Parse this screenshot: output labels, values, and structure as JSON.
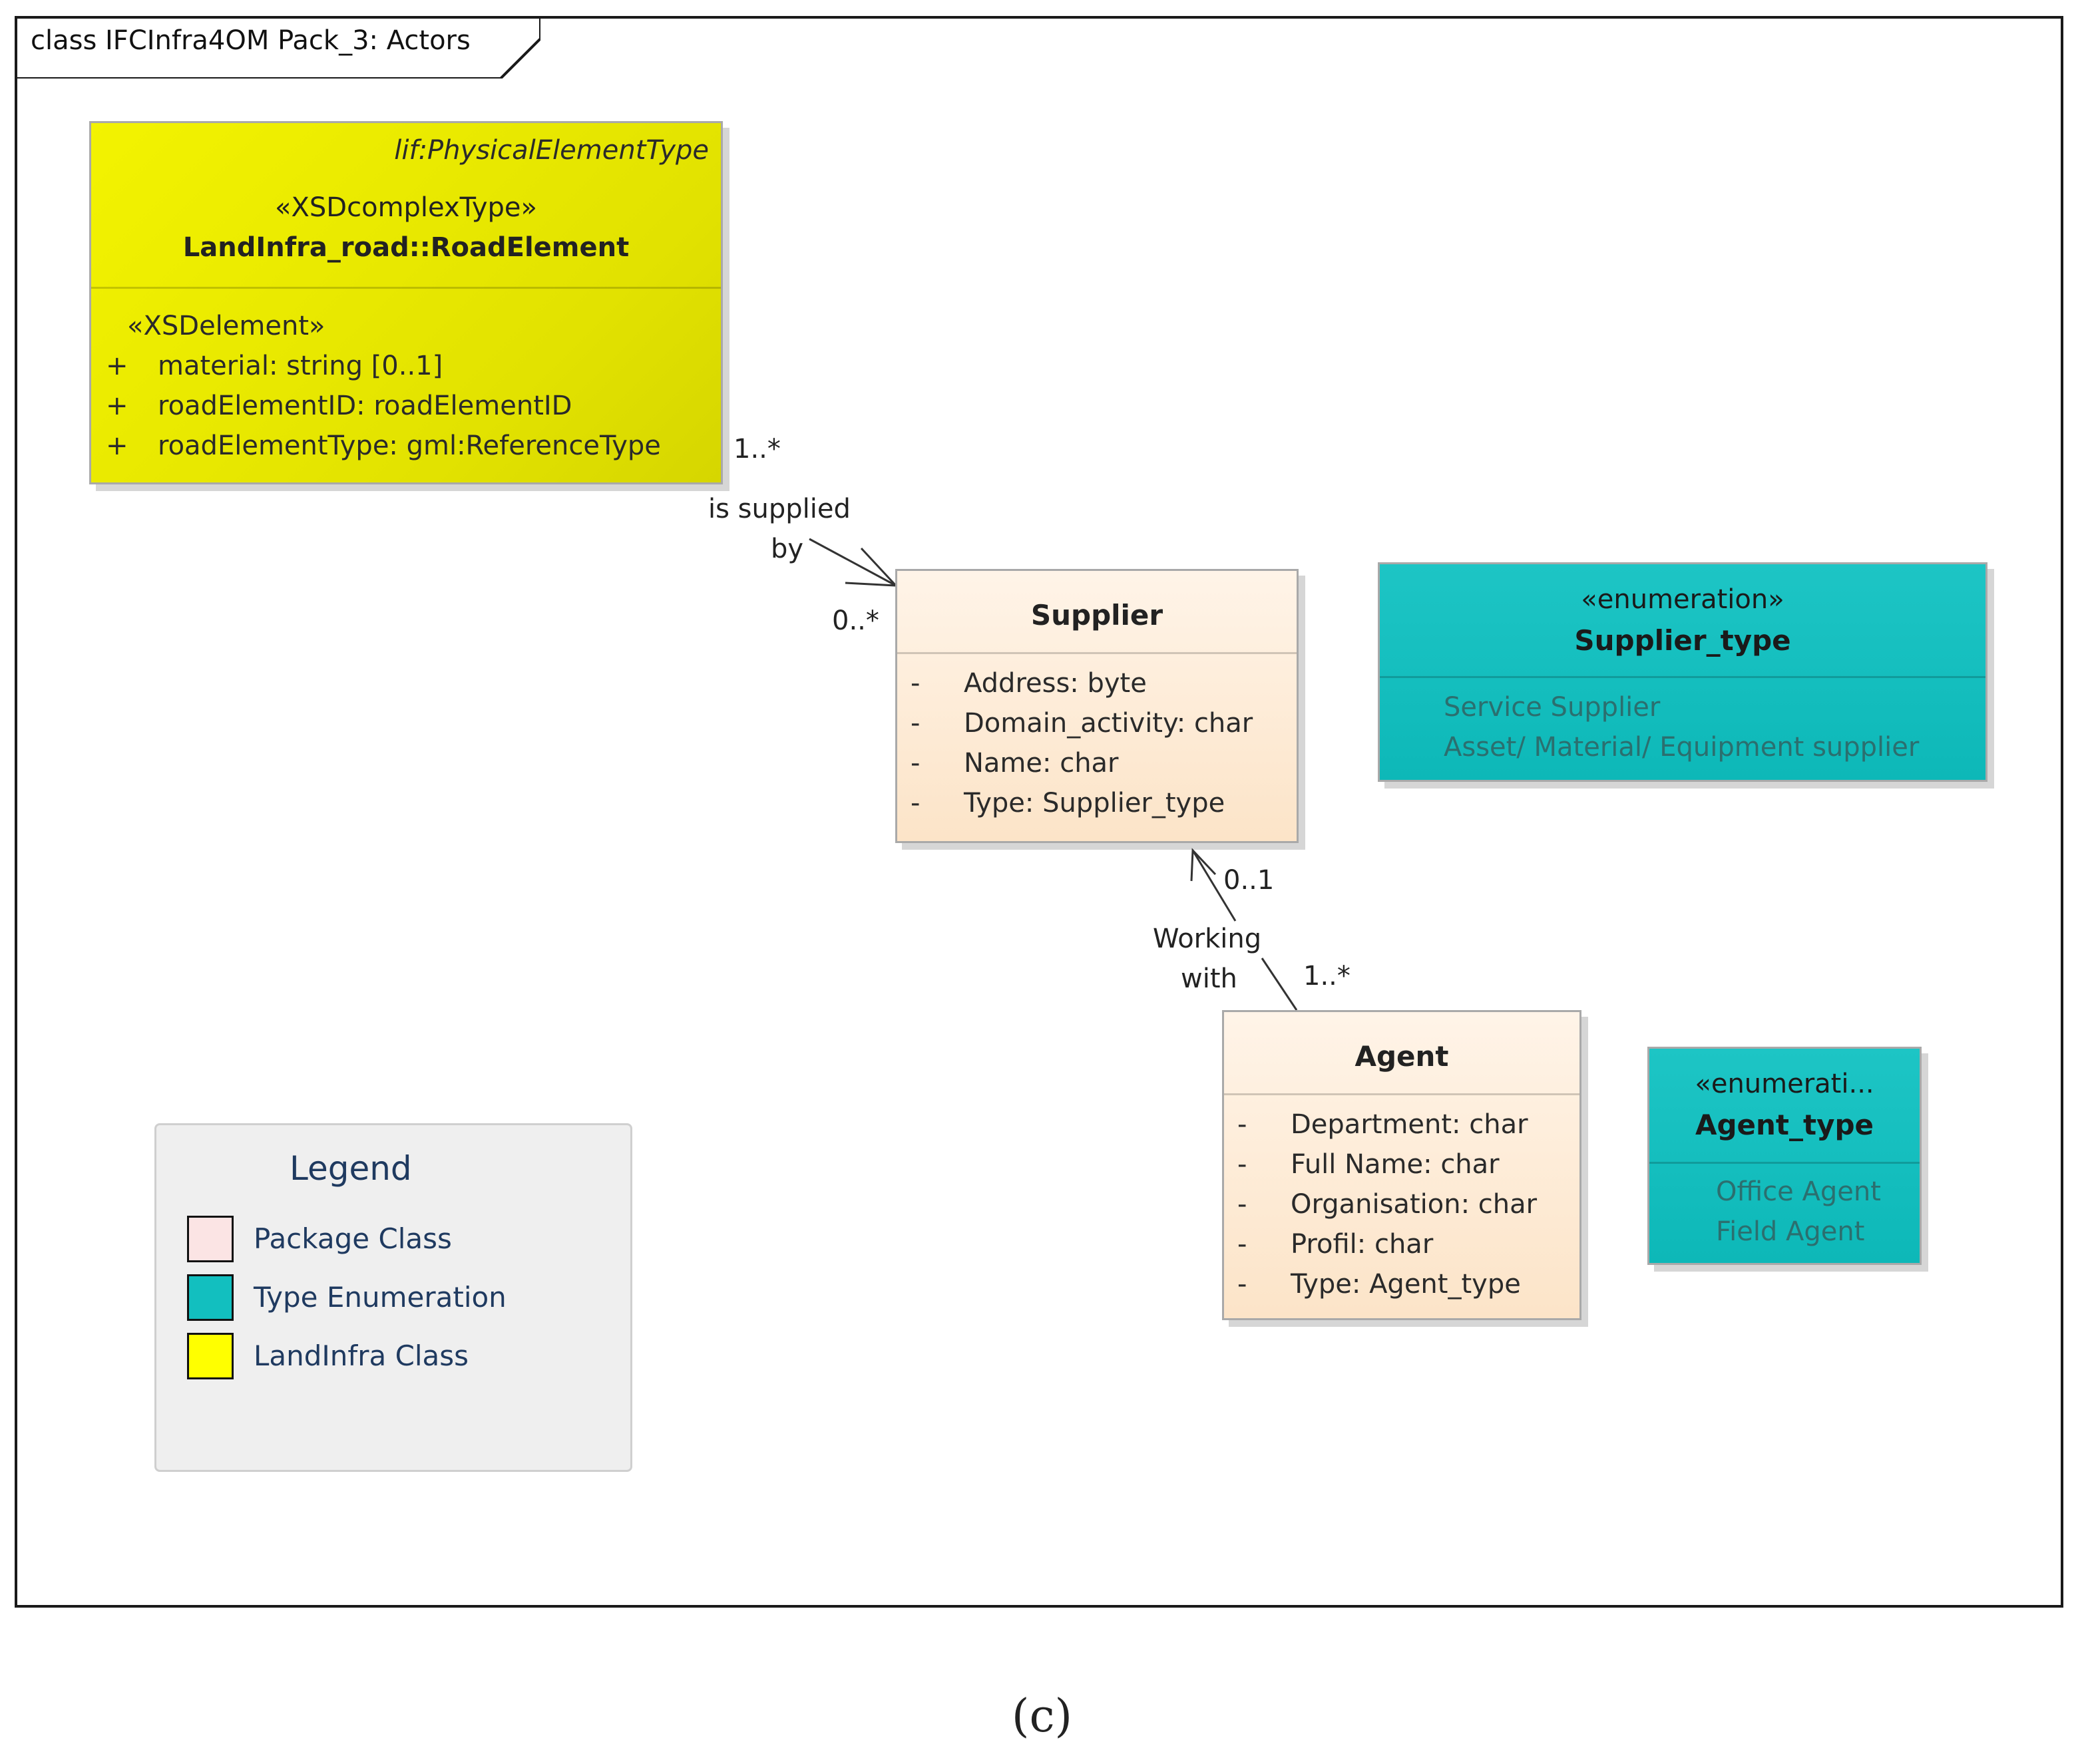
{
  "diagram_title": "class IFCInfra4OM Pack_3: Actors",
  "classes": {
    "road_element": {
      "parent": "lif:PhysicalElementType",
      "stereotype": "«XSDcomplexType»",
      "name": "LandInfra_road::RoadElement",
      "attr_stereotype": "«XSDelement»",
      "attributes": [
        {
          "visibility": "+",
          "text": "material: string [0..1]"
        },
        {
          "visibility": "+",
          "text": "roadElementID: roadElementID"
        },
        {
          "visibility": "+",
          "text": "roadElementType: gml:ReferenceType"
        }
      ],
      "color": "#e6e600"
    },
    "supplier": {
      "name": "Supplier",
      "attributes": [
        {
          "visibility": "-",
          "text": "Address: byte"
        },
        {
          "visibility": "-",
          "text": "Domain_activity: char"
        },
        {
          "visibility": "-",
          "text": "Name: char"
        },
        {
          "visibility": "-",
          "text": "Type: Supplier_type"
        }
      ],
      "color": "#fde8d0"
    },
    "agent": {
      "name": "Agent",
      "attributes": [
        {
          "visibility": "-",
          "text": "Department: char"
        },
        {
          "visibility": "-",
          "text": "Full Name: char"
        },
        {
          "visibility": "-",
          "text": "Organisation: char"
        },
        {
          "visibility": "-",
          "text": "Profil: char"
        },
        {
          "visibility": "-",
          "text": "Type: Agent_type"
        }
      ],
      "color": "#fde8d0"
    },
    "supplier_type": {
      "stereotype": "«enumeration»",
      "name": "Supplier_type",
      "literals": [
        "Service Supplier",
        "Asset/ Material/ Equipment supplier"
      ],
      "color": "#12bfbf"
    },
    "agent_type": {
      "stereotype": "«enumerati...",
      "name": "Agent_type",
      "literals": [
        "Office Agent",
        "Field Agent"
      ],
      "color": "#12bfbf"
    }
  },
  "associations": {
    "supplied_by": {
      "label_line1": "is supplied",
      "label_line2": "by",
      "source_multiplicity": "1..*",
      "target_multiplicity": "0..*"
    },
    "working_with": {
      "label_line1": "Working",
      "label_line2": "with",
      "source_multiplicity": "1..*",
      "target_multiplicity": "0..1"
    }
  },
  "legend": {
    "title": "Legend",
    "items": [
      {
        "label": "Package Class",
        "color": "#fbe4e4"
      },
      {
        "label": "Type Enumeration",
        "color": "#12bfbf"
      },
      {
        "label": "LandInfra Class",
        "color": "#ffff00"
      }
    ]
  },
  "caption": "(c)"
}
